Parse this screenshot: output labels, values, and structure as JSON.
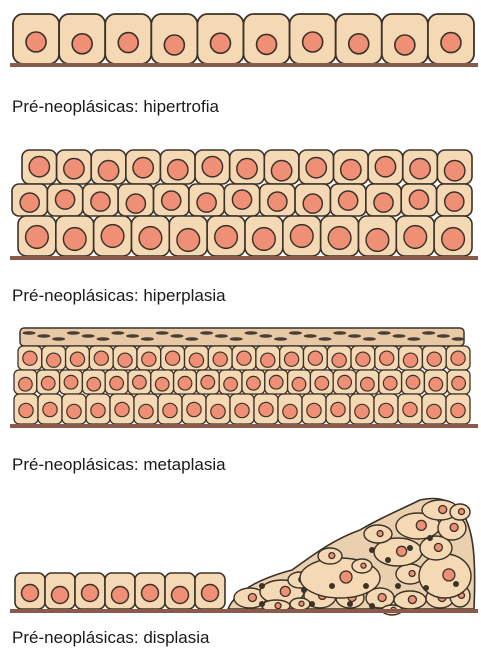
{
  "colors": {
    "cell_fill": "#f5d8b4",
    "cell_stroke": "#3a3228",
    "nucleus_fill": "#ef8f76",
    "nucleus_stroke": "#3a3228",
    "basement": "#8a5a4a",
    "caption": "#1a1a1a"
  },
  "panels": [
    {
      "id": "hipertrofia",
      "caption": "Pré-neoplásicas: hipertrofia"
    },
    {
      "id": "hiperplasia",
      "caption": "Pré-neoplásicas: hiperplasia"
    },
    {
      "id": "metaplasia",
      "caption": "Pré-neoplásicas: metaplasia"
    },
    {
      "id": "displasia",
      "caption": "Pré-neoplásicas: displasia"
    }
  ]
}
